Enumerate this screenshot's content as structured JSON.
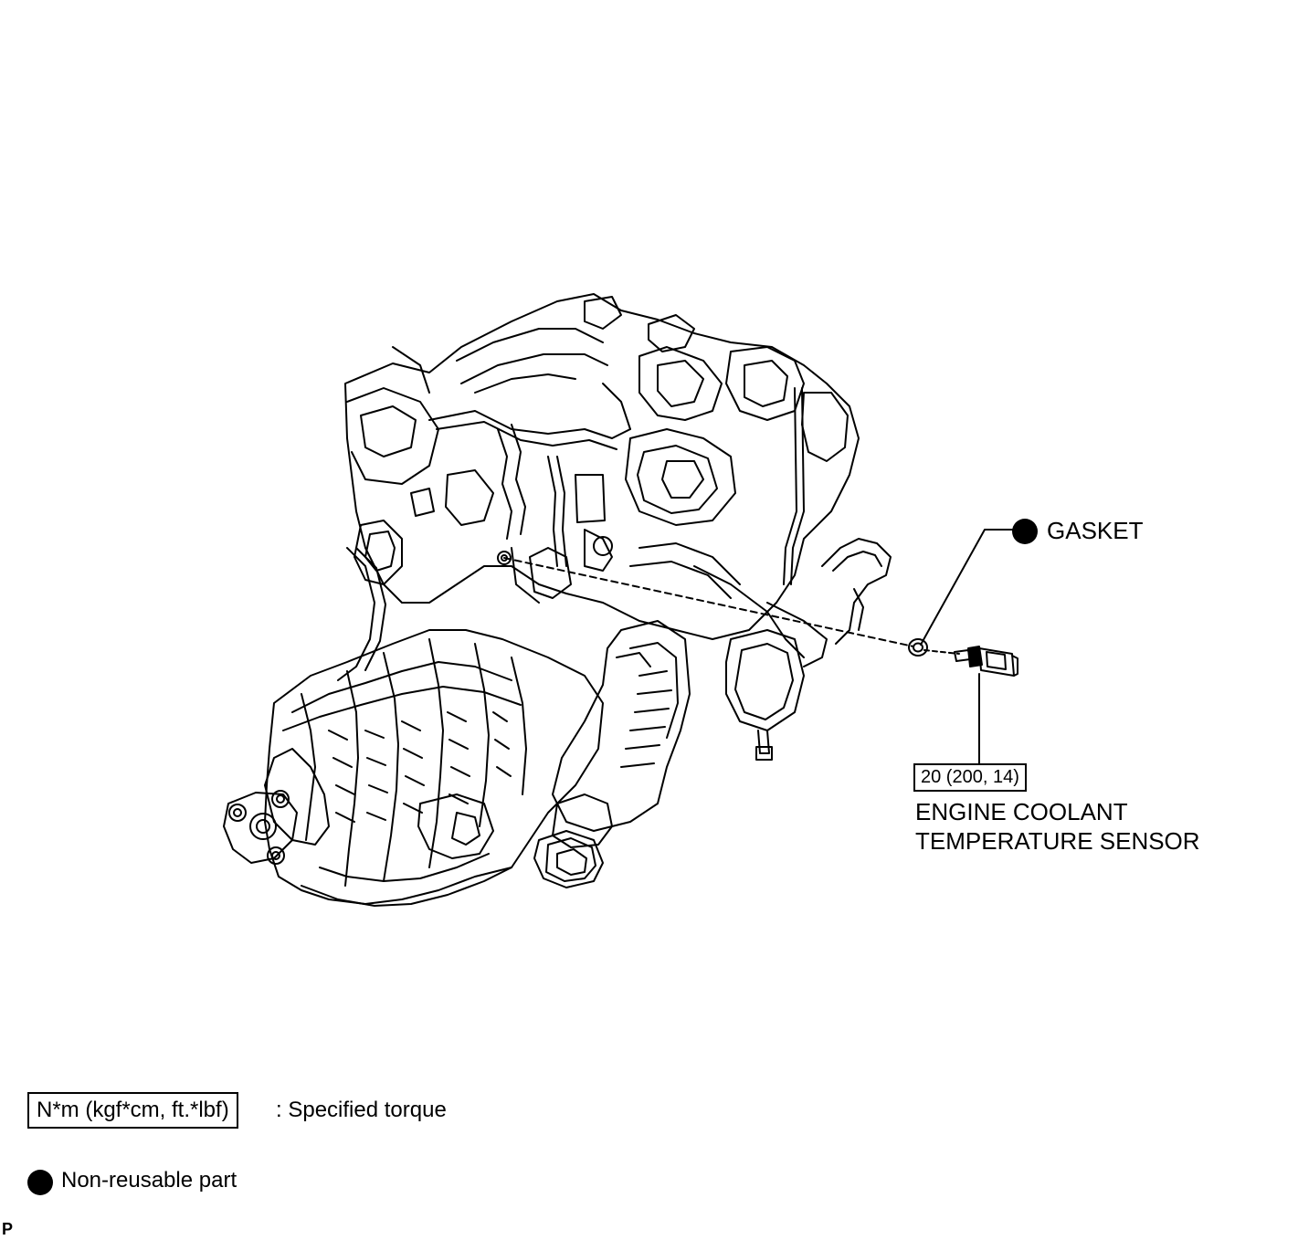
{
  "callouts": {
    "gasket": "GASKET",
    "sensor_torque": "20 (200, 14)",
    "sensor_name_line1": "ENGINE COOLANT",
    "sensor_name_line2": "TEMPERATURE SENSOR"
  },
  "legend": {
    "torque_box": "N*m (kgf*cm, ft.*lbf)",
    "torque_desc": ": Specified torque",
    "nonreusable_desc": "Non-reusable part"
  },
  "corner_mark": "P"
}
